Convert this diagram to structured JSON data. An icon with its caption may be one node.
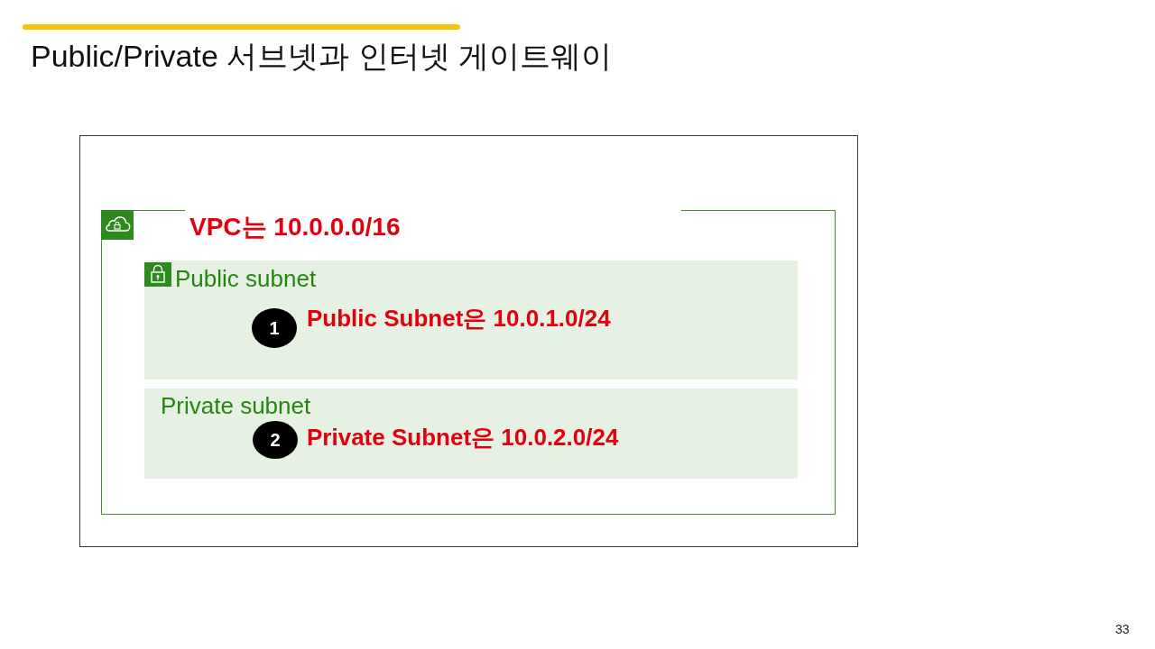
{
  "diagram": {
    "title": "Public/Private 서브넷과 인터넷 게이트웨이",
    "nodes": [
      {
        "text": [],
        "shape": "box"
      },
      {
        "text": [
          "VPC는 10.0.0.0/16"
        ],
        "in": 0
      },
      {
        "text": [
          "Public subnet"
        ],
        "in": 1
      },
      {
        "text": [
          "1"
        ],
        "in": 2,
        "beside": [
          "Public Subnet은 10.0.1.0/24"
        ]
      },
      {
        "text": [
          "Private subnet"
        ],
        "in": 1
      },
      {
        "text": [
          "2"
        ],
        "in": 4,
        "beside": [
          "Private Subnet은 10.0.2.0/24"
        ]
      }
    ],
    "labels": [
      "33"
    ]
  }
}
